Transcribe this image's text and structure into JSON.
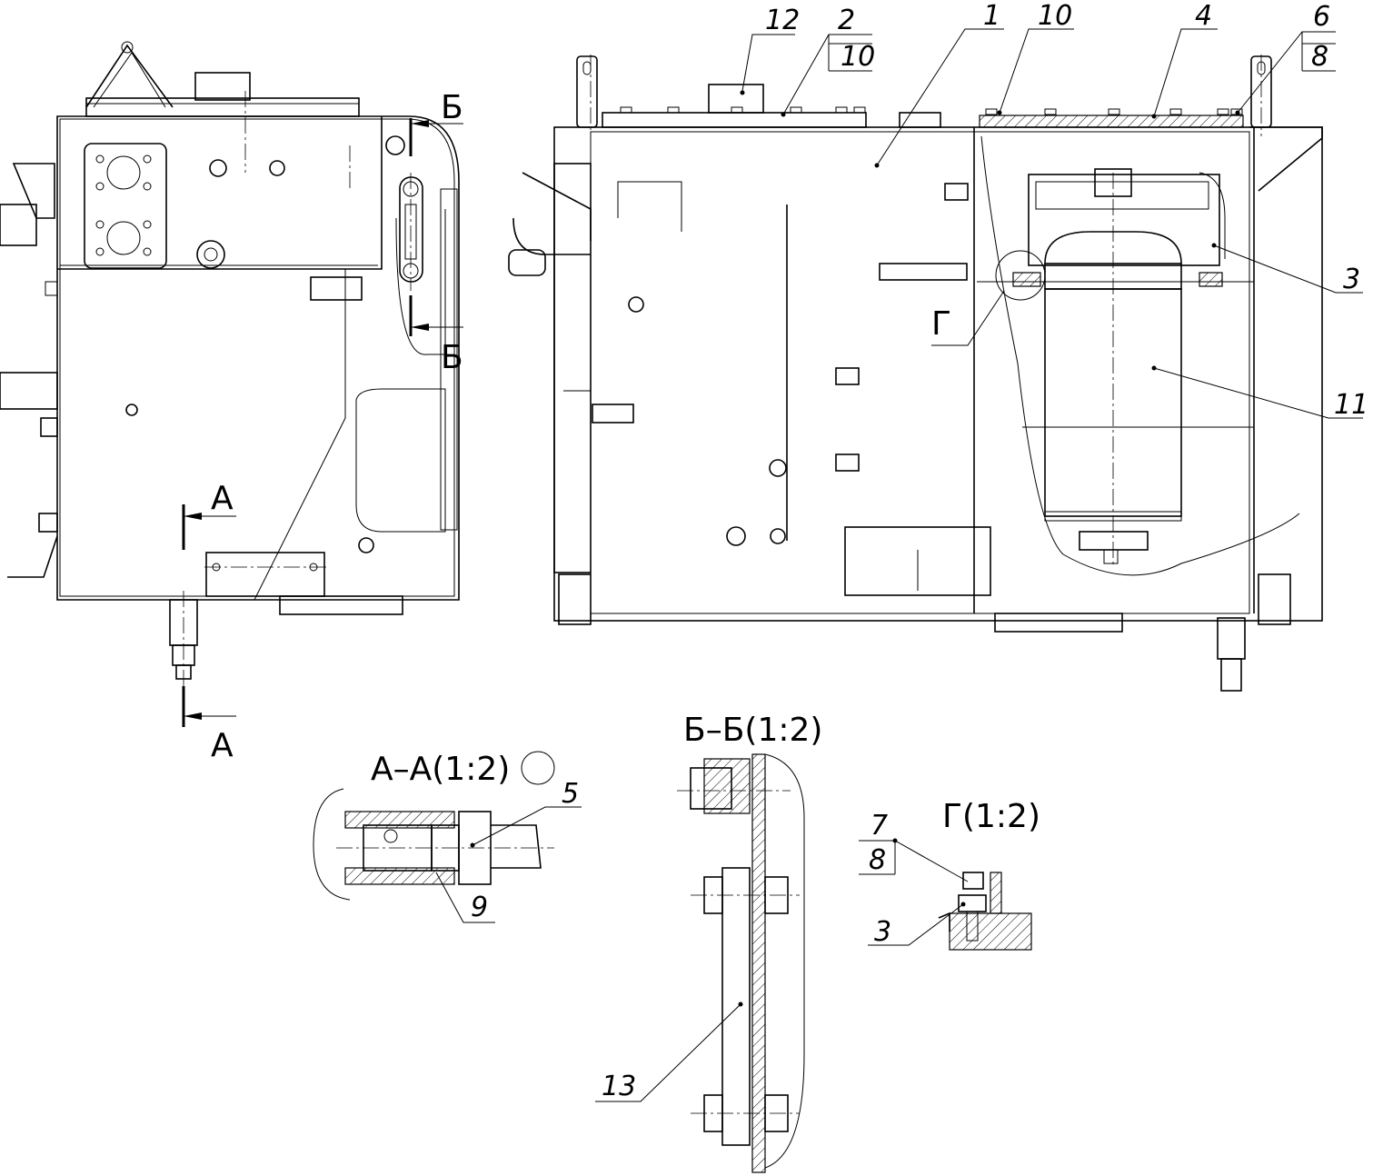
{
  "drawing": {
    "section_labels": {
      "a_top": "А",
      "a_bottom": "А",
      "b_top": "Б",
      "b_bottom": "Б",
      "aa_title": "А–А(1:2)",
      "bb_title": "Б–Б(1:2)",
      "g_title": "Г(1:2)",
      "g_view": "Г"
    },
    "positions": {
      "p1": "1",
      "p2": "2",
      "p2_qty": "10",
      "p3_main": "3",
      "p3_detail": "3",
      "p4": "4",
      "p5": "5",
      "p6": "6",
      "p6_qty": "8",
      "p7": "7",
      "p7_qty": "8",
      "p9": "9",
      "p10": "10",
      "p11": "11",
      "p12": "12",
      "p13": "13"
    }
  }
}
